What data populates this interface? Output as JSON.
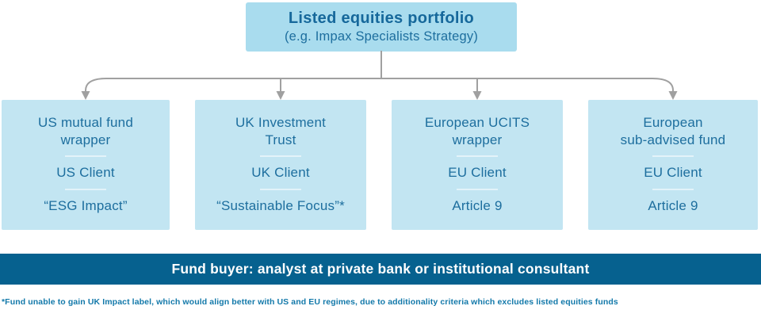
{
  "root": {
    "title": "Listed equities portfolio",
    "subtitle": "(e.g. Impax Specialists Strategy)"
  },
  "funds": [
    {
      "wrapper": "US mutual fund\nwrapper",
      "client": "US Client",
      "label": "“ESG Impact”"
    },
    {
      "wrapper": "UK Investment\nTrust",
      "client": "UK Client",
      "label": "“Sustainable Focus”*"
    },
    {
      "wrapper": "European UCITS\nwrapper",
      "client": "EU Client",
      "label": "Article 9"
    },
    {
      "wrapper": "European\nsub-advised fund",
      "client": "EU Client",
      "label": "Article 9"
    }
  ],
  "buyer_bar": {
    "text": "Fund buyer: analyst at private bank or institutional consultant"
  },
  "footnote": "*Fund unable to gain UK Impact label, which would align better with US and EU regimes, due to additionality criteria which excludes listed equities funds",
  "colors": {
    "top-box-bg": "#a9dcee",
    "fund-box-bg": "#c2e5f2",
    "box-text": "#1d6e9e",
    "title-text": "#16689b",
    "bar-bg": "#06618f",
    "bar-text": "#ffffff",
    "footnote-text": "#1379aa",
    "arrow": "#a0a0a0"
  }
}
